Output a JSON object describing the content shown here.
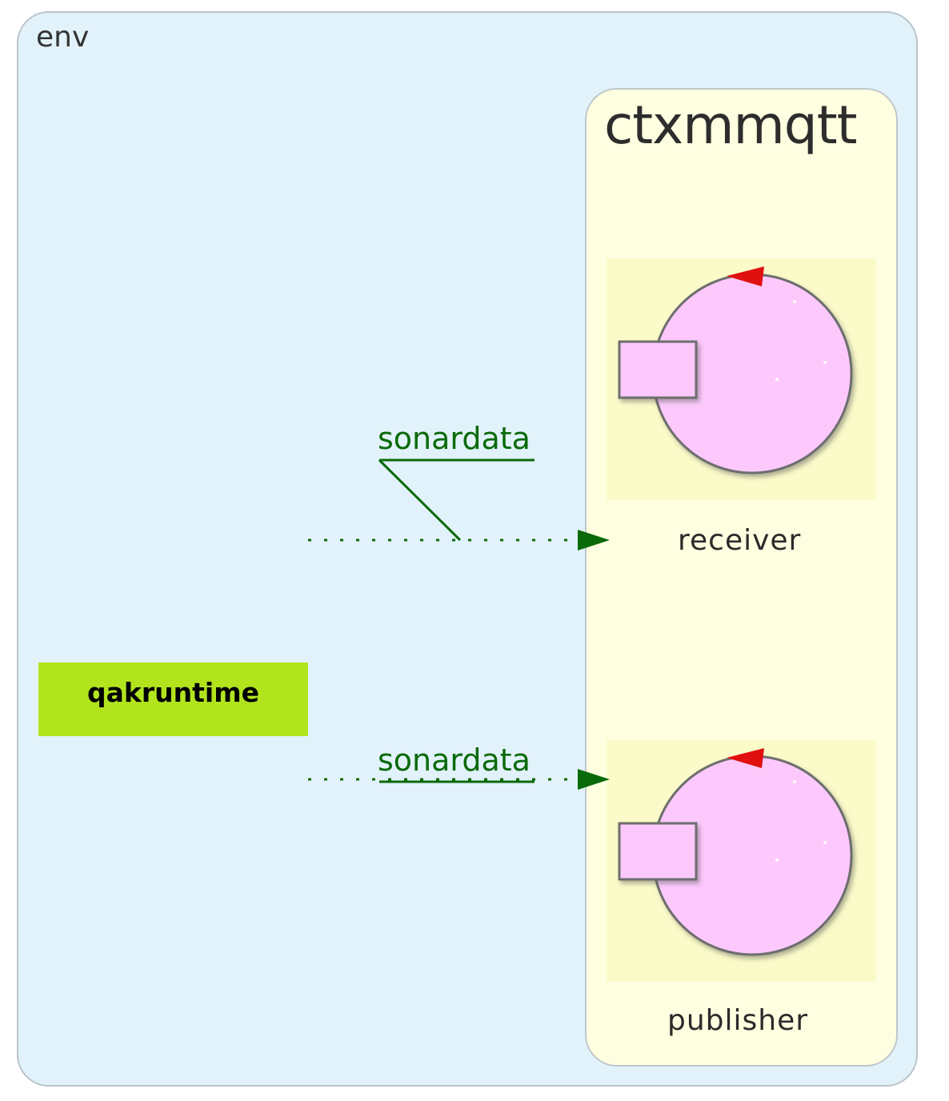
{
  "env": {
    "label": "env"
  },
  "context": {
    "name": "ctxmmqtt"
  },
  "actors": [
    {
      "name": "receiver"
    },
    {
      "name": "publisher"
    }
  ],
  "external": {
    "name": "qakruntime"
  },
  "messages": [
    {
      "label": "sonardata",
      "target": "receiver",
      "style": "dotted"
    },
    {
      "label": "sonardata",
      "target": "publisher",
      "style": "dotted"
    }
  ],
  "colors": {
    "env_bg": "#e2f2fb",
    "context_bg": "#fefee0",
    "actor_body": "#fdc9fd",
    "external_bg": "#b2e41d",
    "message": "#0a6a0a",
    "actor_marker": "#e01010"
  }
}
